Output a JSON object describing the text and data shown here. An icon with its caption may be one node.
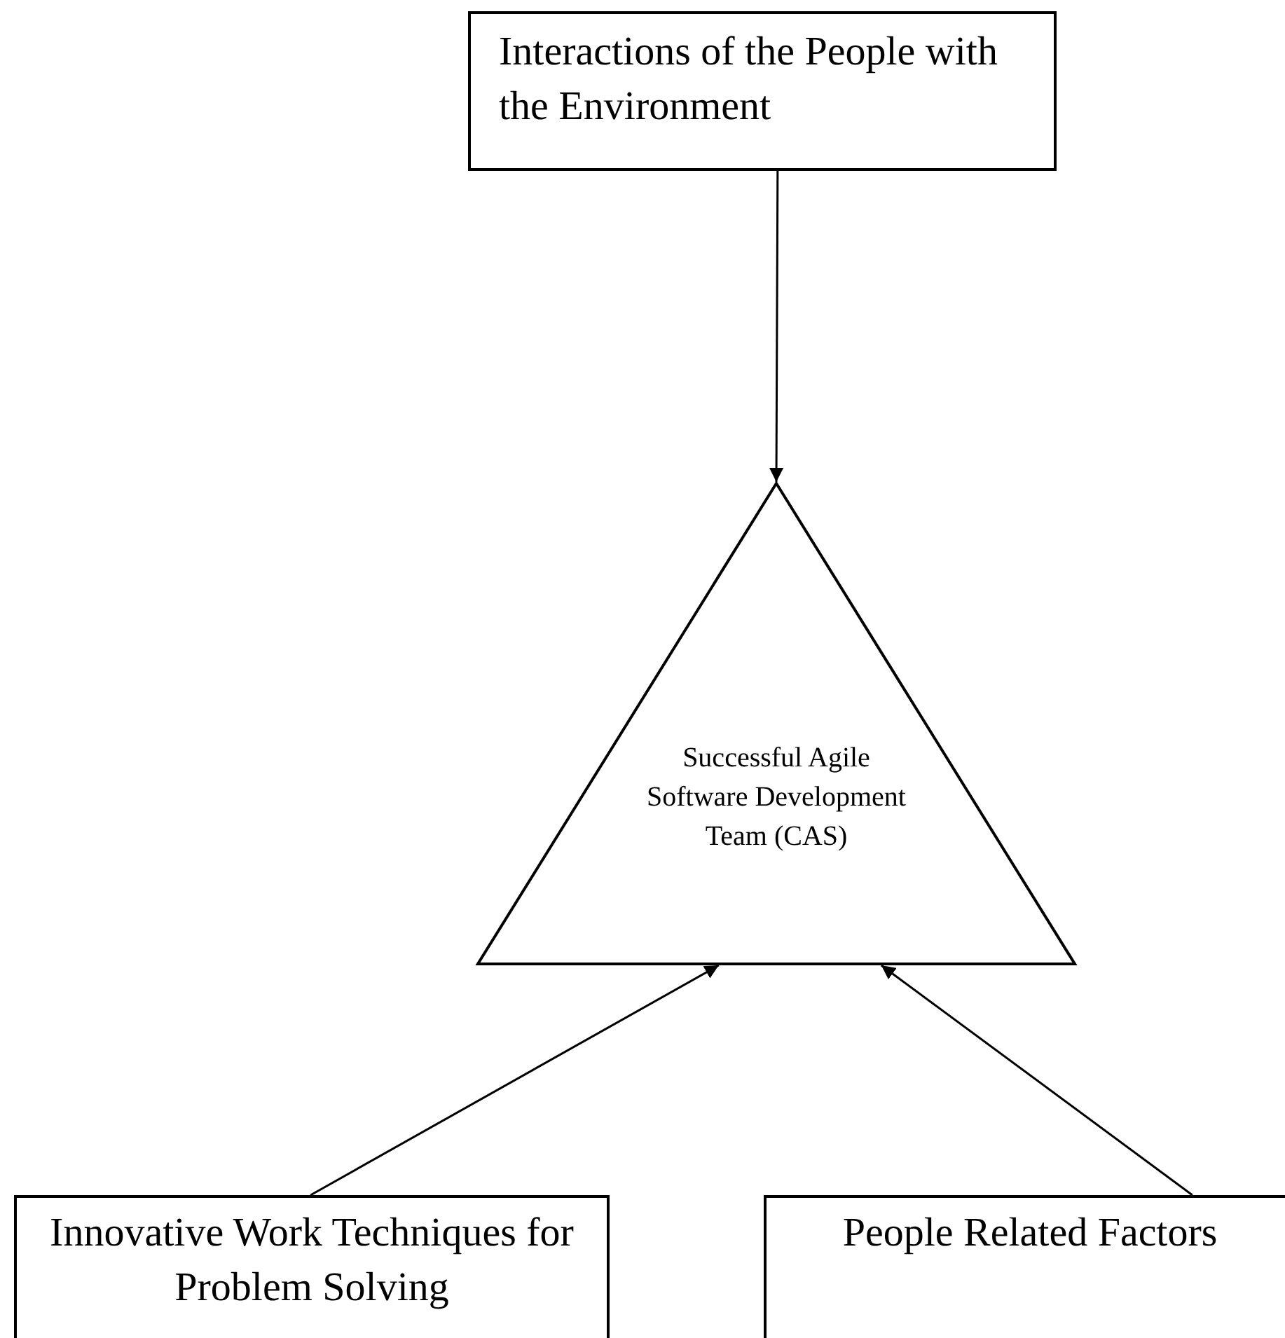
{
  "diagram": {
    "nodes": [
      {
        "text": [
          "Interactions of the People with the Environment"
        ]
      },
      {
        "text": [
          "Successful Agile Software Development Team (CAS)"
        ]
      },
      {
        "text": [
          "Innovative Work Techniques for Problem Solving"
        ]
      },
      {
        "text": [
          "People Related Factors"
        ]
      }
    ],
    "edges": [
      {
        "from": 0,
        "to": 1,
        "arrow": "to"
      },
      {
        "from": 2,
        "to": 1,
        "arrow": "to"
      },
      {
        "from": 3,
        "to": 1,
        "arrow": "to"
      }
    ]
  }
}
